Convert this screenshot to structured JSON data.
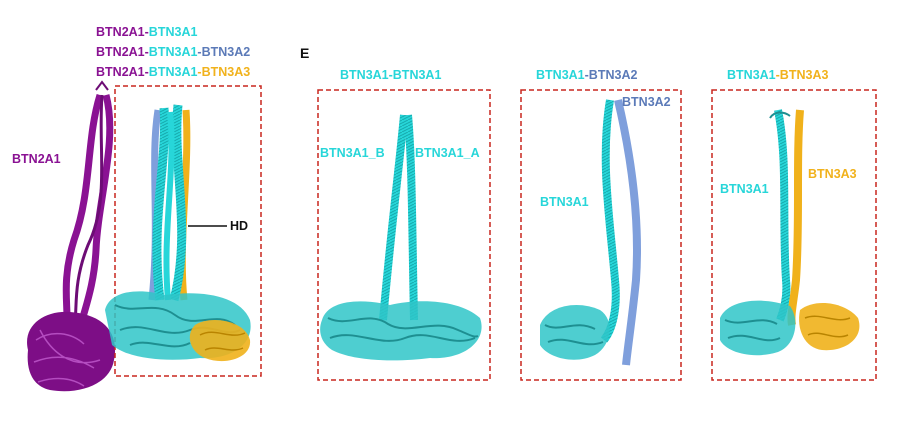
{
  "legend": {
    "line1": {
      "a": "BTN2A1",
      "sep": "-",
      "b": "BTN3A1"
    },
    "line2": {
      "a": "BTN2A1",
      "sep1": "-",
      "b": "BTN3A1",
      "sep2": "-",
      "c": "BTN3A2"
    },
    "line3": {
      "a": "BTN2A1",
      "sep1": "-",
      "b": "BTN3A1",
      "sep2": "-",
      "c": "BTN3A3"
    }
  },
  "overlay_panel": {
    "btn2a1_label": "BTN2A1",
    "hd_label": "HD"
  },
  "panel_letter": "E",
  "panels": {
    "homodimer": {
      "title": "BTN3A1-BTN3A1",
      "label_b": "BTN3A1_B",
      "label_a": "BTN3A1_A"
    },
    "a1a2": {
      "title_a": "BTN3A1",
      "title_sep": "-",
      "title_b": "BTN3A2",
      "label_a1": "BTN3A1",
      "label_a2": "BTN3A2"
    },
    "a1a3": {
      "title_a": "BTN3A1",
      "title_sep": "-",
      "title_b": "BTN3A3",
      "label_a1": "BTN3A1",
      "label_a3": "BTN3A3"
    }
  },
  "colors": {
    "btn2a1": "#8a1293",
    "btn3a1": "#27d6d9",
    "btn3a1_dark": "#1e8f91",
    "btn3a2": "#7f9fdc",
    "btn3a3": "#f0b11b",
    "box_border": "#c8261e"
  }
}
